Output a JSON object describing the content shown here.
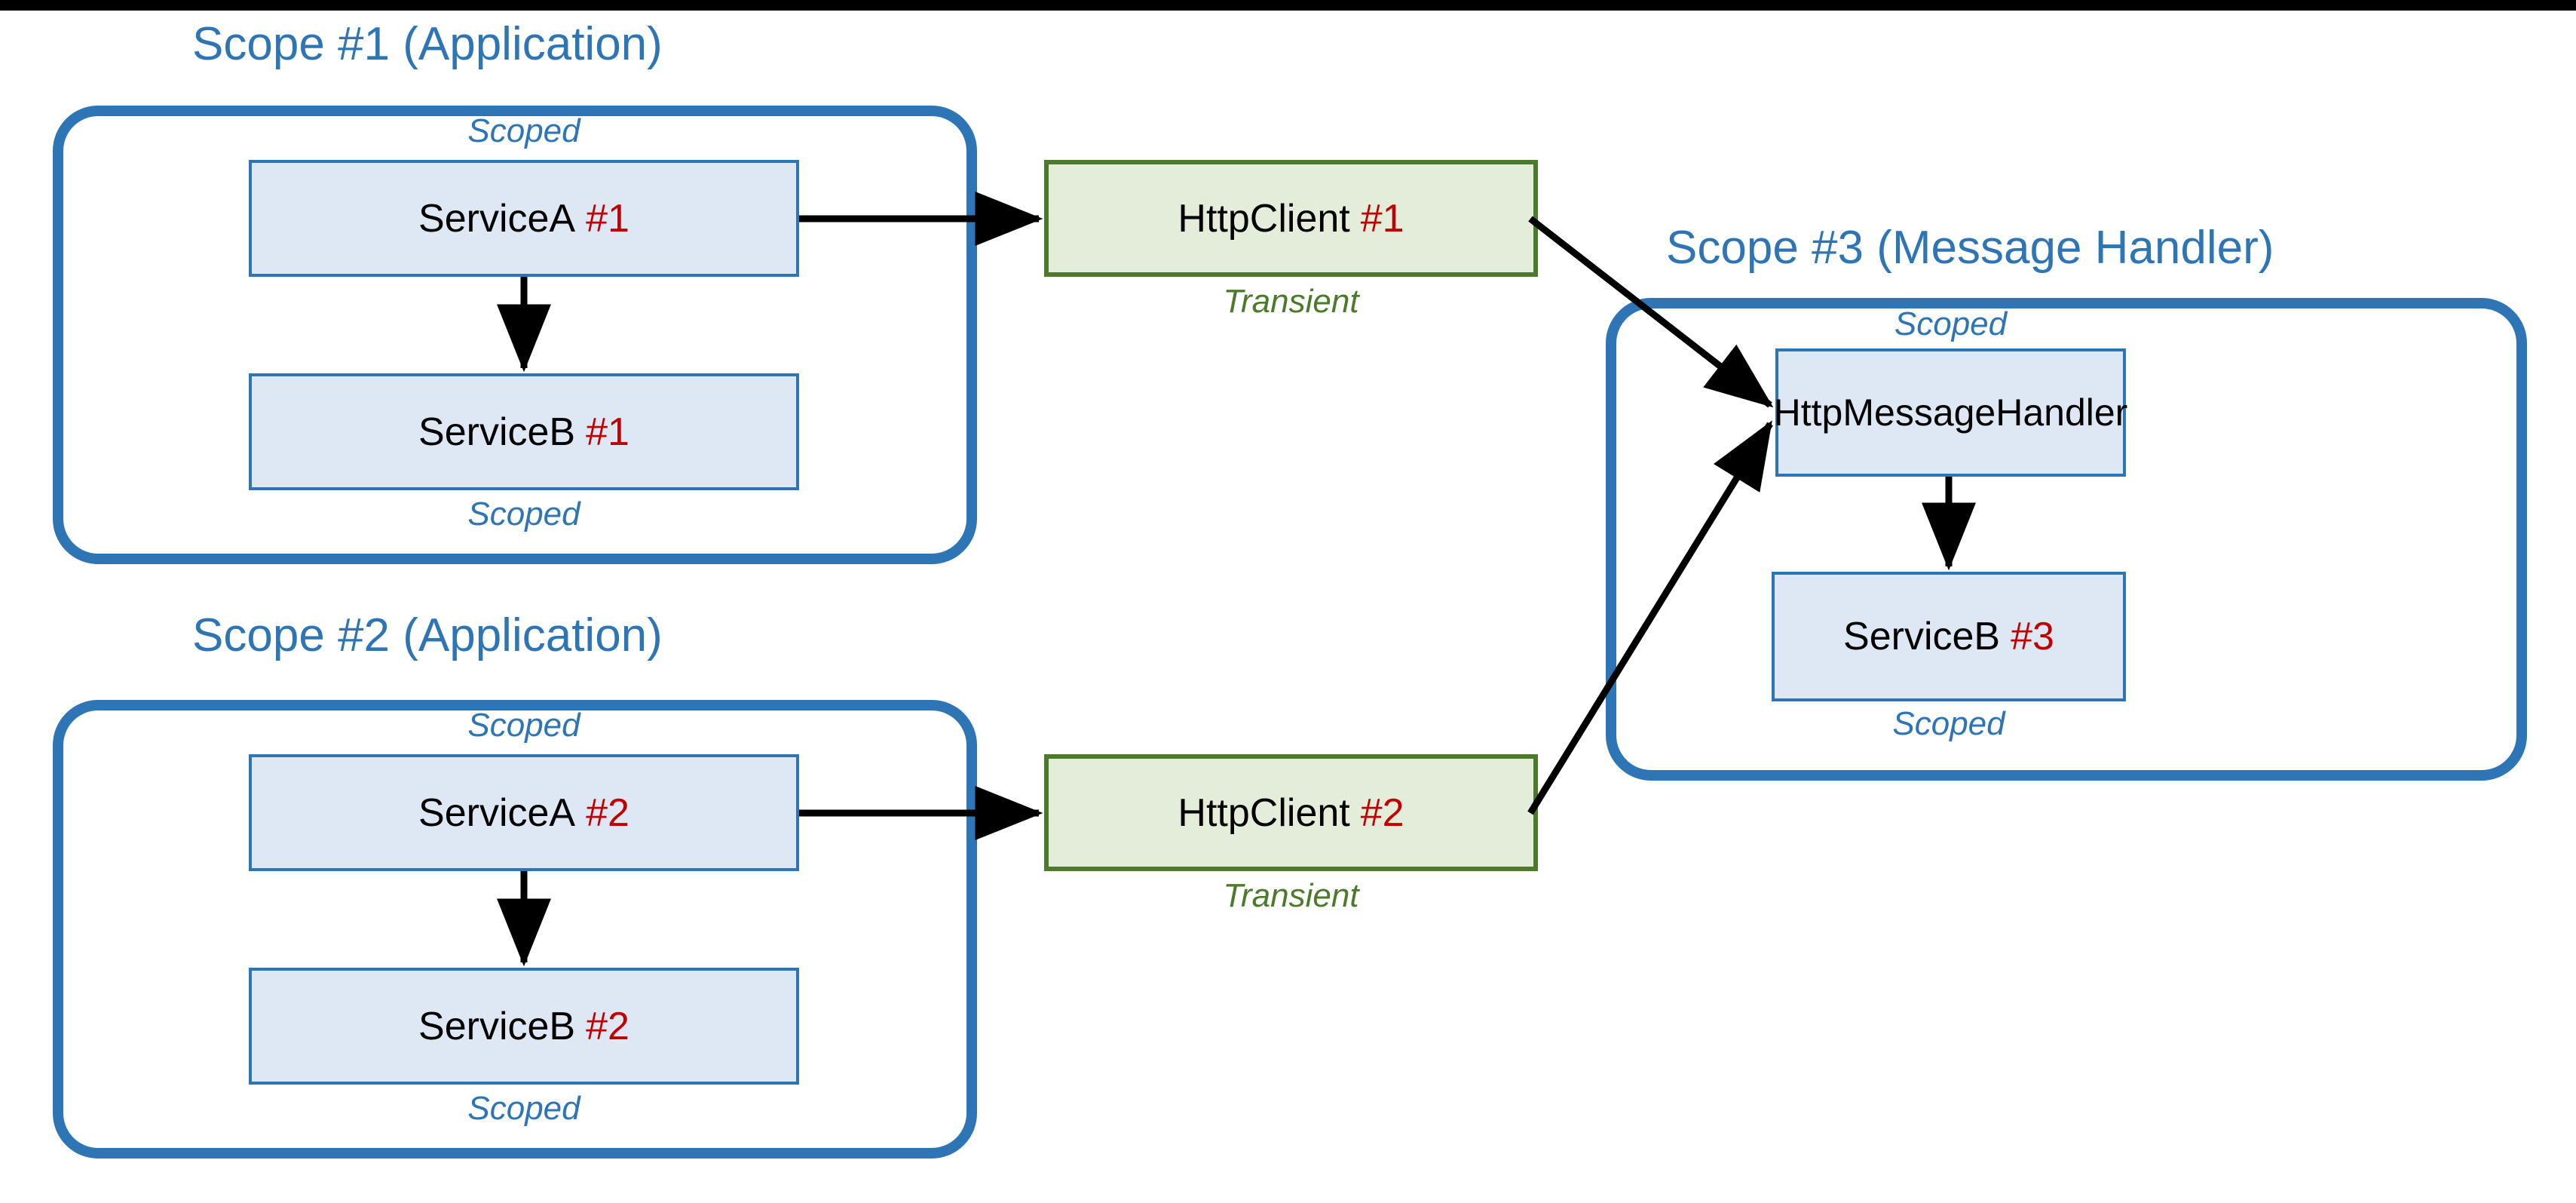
{
  "diagram": {
    "title_color": "#2E75B6",
    "accent_red": "#C00000",
    "scoped_color": "#2E75B6",
    "transient_color": "#4B7A2B",
    "node_blue_fill": "#DEE8F4",
    "node_blue_border": "#2E75B6",
    "node_green_fill": "#E3EDD9",
    "node_green_border": "#4B7A2B",
    "arrow_color": "#000000"
  },
  "scopes": [
    {
      "id": "scope1",
      "title": "Scope #1 (Application)"
    },
    {
      "id": "scope2",
      "title": "Scope #2 (Application)"
    },
    {
      "id": "scope3",
      "title": "Scope #3 (Message Handler)"
    }
  ],
  "labels": {
    "scoped": "Scoped",
    "transient": "Transient"
  },
  "nodes": {
    "service_a_1": {
      "name": "ServiceA",
      "index": "#1",
      "lifetime": "Scoped"
    },
    "service_b_1": {
      "name": "ServiceB",
      "index": "#1",
      "lifetime": "Scoped"
    },
    "service_a_2": {
      "name": "ServiceA",
      "index": "#2",
      "lifetime": "Scoped"
    },
    "service_b_2": {
      "name": "ServiceB",
      "index": "#2",
      "lifetime": "Scoped"
    },
    "http_client_1": {
      "name": "HttpClient",
      "index": "#1",
      "lifetime": "Transient"
    },
    "http_client_2": {
      "name": "HttpClient",
      "index": "#2",
      "lifetime": "Transient"
    },
    "http_message_handler": {
      "name": "HttpMessageHandler",
      "index": "",
      "lifetime": "Scoped"
    },
    "service_b_3": {
      "name": "ServiceB",
      "index": "#3",
      "lifetime": "Scoped"
    }
  },
  "edges": [
    {
      "from": "service_a_1",
      "to": "service_b_1"
    },
    {
      "from": "service_a_1",
      "to": "http_client_1"
    },
    {
      "from": "service_a_2",
      "to": "service_b_2"
    },
    {
      "from": "service_a_2",
      "to": "http_client_2"
    },
    {
      "from": "http_client_1",
      "to": "http_message_handler"
    },
    {
      "from": "http_client_2",
      "to": "http_message_handler"
    },
    {
      "from": "http_message_handler",
      "to": "service_b_3"
    }
  ]
}
